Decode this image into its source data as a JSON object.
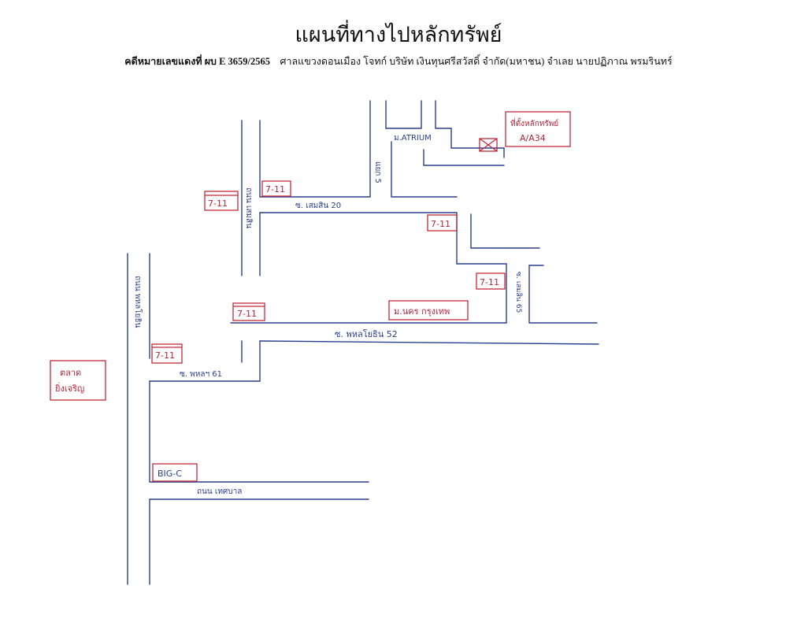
{
  "header": {
    "title": "แผนที่ทางไปหลักทรัพย์",
    "case_label": "คดีหมายเลขแดงที่ ผบ E 3659/2565",
    "case_detail": "ศาลแขวงดอนเมือง โจทก์ บริษัท เงินทุนศรีสวัสดิ์ จำกัด(มหาชน)  จำเลย นายปฏิภาณ พรมรินทร์"
  },
  "colors": {
    "road": "#2a3f8f",
    "landmark": "#c0283a"
  },
  "map": {
    "property_label": "ที่ตั้งหลักทรัพย์",
    "property_number": "A/A34",
    "atrium_label": "ม.ATRIUM",
    "soi5_label": "แยก 5",
    "sermsin_road_label": "ถนน เสมสิน",
    "soi_sermsin_label": "ซ. เสมสิน 20",
    "phahon_road_label": "ถนน พหลโยธิน",
    "soi_phahon_label": "ซ. พหลโยธิน 52",
    "soi_phahon61_label": "ซ. พหลฯ 61",
    "sermsin_road2_label": "ซ. เสมสิน 65",
    "mu_nakhon_label": "ม.นคร กรุงเทพ",
    "market_line1": "ตลาด",
    "market_line2": "ยิ่งเจริญ",
    "big_c_label": "BIG-C",
    "tesaban_road_label": "ถนน เทศบาล",
    "seven_eleven": "7-11"
  }
}
